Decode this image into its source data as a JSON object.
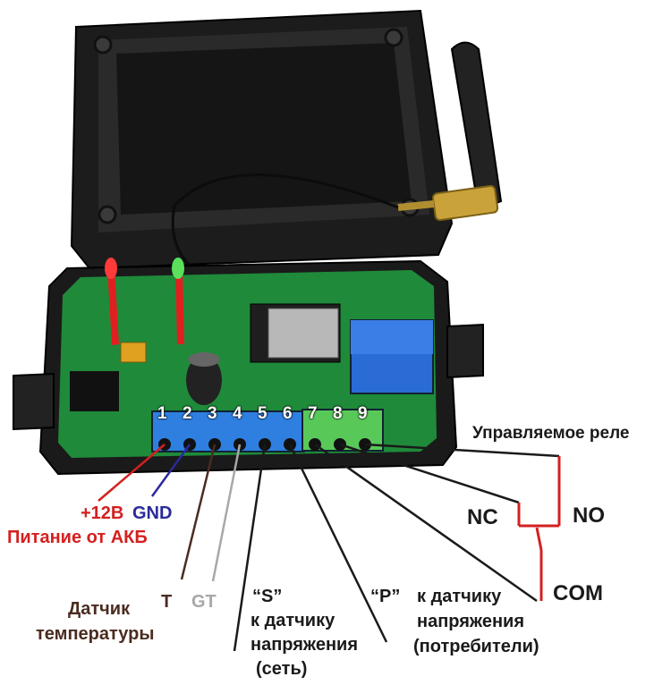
{
  "pins": [
    "1",
    "2",
    "3",
    "4",
    "5",
    "6",
    "7",
    "8",
    "9"
  ],
  "labels": {
    "power_voltage": "+12B",
    "gnd": "GND",
    "power_source": "Питание от АКБ",
    "relay_title": "Управляемое реле",
    "nc": "NC",
    "no": "NO",
    "com": "COM",
    "temp_sensor_line1": "Датчик",
    "temp_sensor_line2": "температуры",
    "t": "T",
    "gt": "GT",
    "s_quote": "“S”",
    "s_line1": "к датчику",
    "s_line2": "напряжения",
    "s_line3": "(сеть)",
    "p_quote": "“P”",
    "p_line1": "к датчику",
    "p_line2": "напряжения",
    "p_line3": "(потребители)"
  },
  "colors": {
    "red": "#d42020",
    "navy": "#2a2a9a",
    "brown": "#4a2c20",
    "gray": "#a8a8a8",
    "black": "#1a1a1a",
    "pcb_green": "#1f8a3a"
  }
}
